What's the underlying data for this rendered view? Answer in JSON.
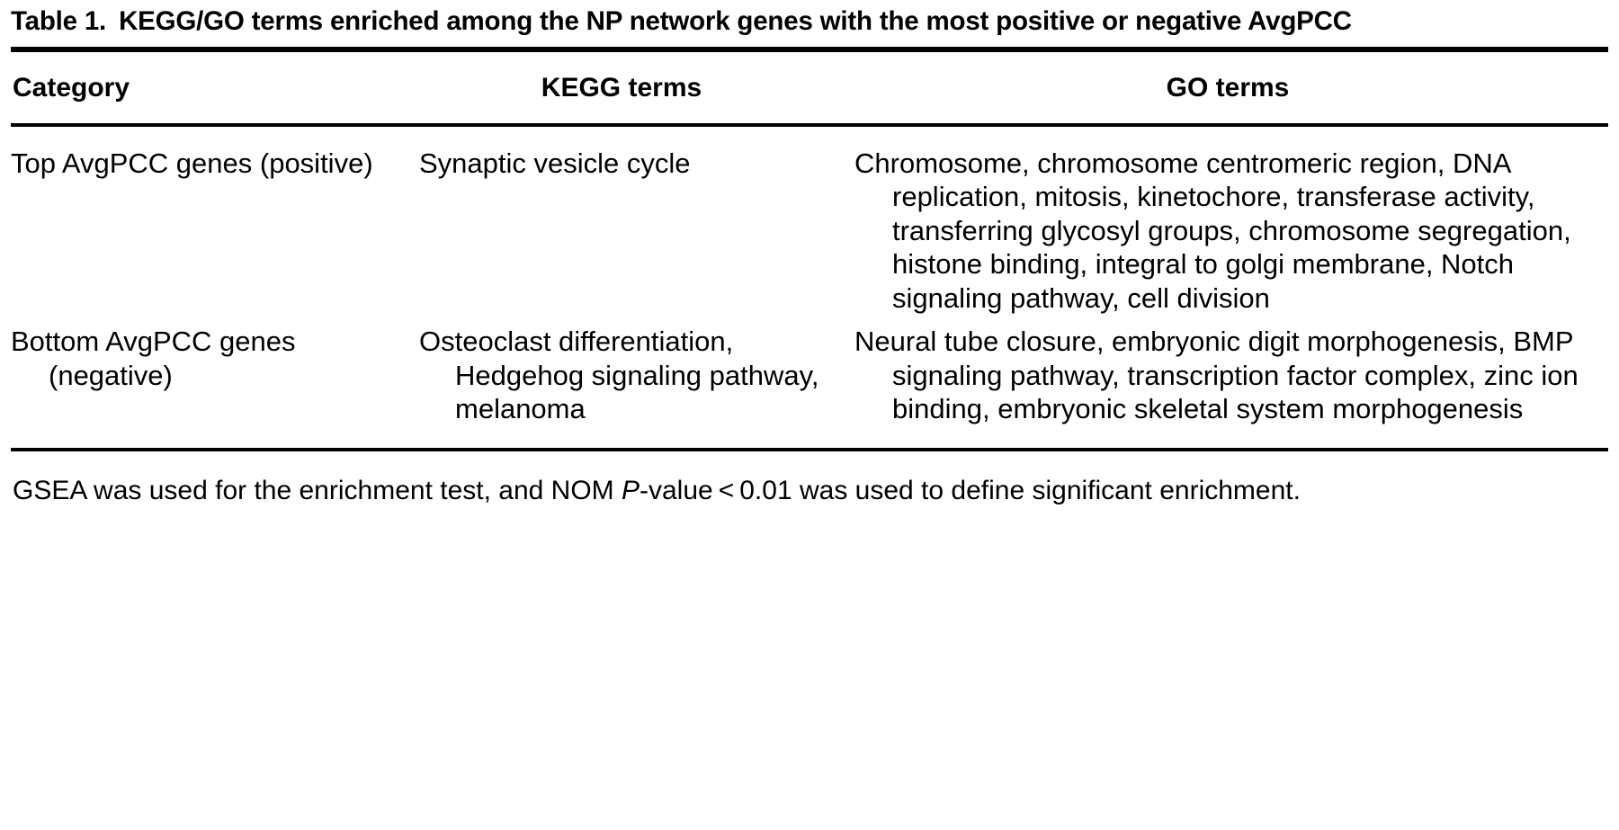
{
  "caption": {
    "label": "Table 1.",
    "text": "KEGG/GO terms enriched among the NP network genes with the most positive or negative AvgPCC"
  },
  "table": {
    "headers": {
      "category": "Category",
      "kegg": "KEGG terms",
      "go": "GO terms"
    },
    "rows": [
      {
        "category": "Top AvgPCC genes (positive)",
        "kegg": "Synaptic vesicle cycle",
        "go": "Chromosome, chromosome centromeric region, DNA replication, mitosis, kinetochore, transferase activity, transferring glycosyl groups, chromosome segregation, histone binding, integral to golgi membrane, Notch signaling pathway, cell division"
      },
      {
        "category": "Bottom AvgPCC genes (negative)",
        "kegg": "Osteoclast differentiation, Hedgehog signaling pathway, melanoma",
        "go": "Neural tube closure, embryonic digit morphogenesis, BMP signaling pathway, transcription factor complex, zinc ion binding, embryonic skeletal system morphogenesis"
      }
    ]
  },
  "footnote": {
    "part1": "GSEA was used for the enrichment test, and NOM ",
    "italic": "P",
    "part2": "-value < 0.01 was used to define significant enrichment."
  },
  "colors": {
    "text": "#000000",
    "background": "#ffffff",
    "rule": "#000000"
  }
}
